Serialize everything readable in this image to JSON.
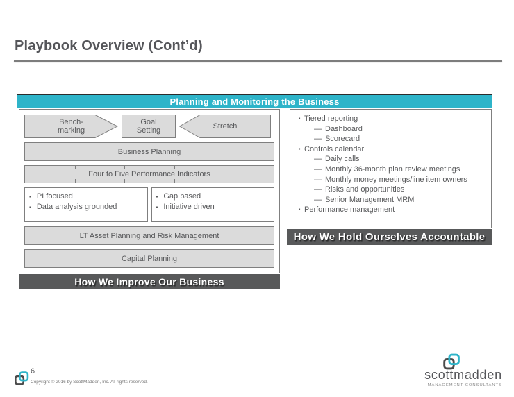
{
  "slide": {
    "title": "Playbook Overview (Cont’d)",
    "page_number": "6",
    "copyright": "Copyright © 2016 by ScottMadden, Inc. All rights reserved."
  },
  "diagram": {
    "header": "Planning and Monitoring the Business",
    "left": {
      "benchmarking_line1": "Bench-",
      "benchmarking_line2": "marking",
      "goal_line1": "Goal",
      "goal_line2": "Setting",
      "stretch": "Stretch",
      "business_planning": "Business Planning",
      "indicators": "Four to Five Performance Indicators",
      "pi_items": [
        "PI focused",
        "Data analysis grounded"
      ],
      "gap_items": [
        "Gap based",
        "Initiative driven"
      ],
      "lt_asset": "LT Asset Planning and Risk Management",
      "capital": "Capital Planning",
      "bar": "How We Improve Our Business"
    },
    "right": {
      "items": [
        {
          "level": 1,
          "text": "Tiered reporting"
        },
        {
          "level": 2,
          "text": "Dashboard"
        },
        {
          "level": 2,
          "text": "Scorecard"
        },
        {
          "level": 1,
          "text": "Controls calendar"
        },
        {
          "level": 2,
          "text": "Daily calls"
        },
        {
          "level": 2,
          "text": "Monthly 36-month plan review meetings"
        },
        {
          "level": 2,
          "text": "Monthly money meetings/line item owners"
        },
        {
          "level": 2,
          "text": "Risks and opportunities"
        },
        {
          "level": 2,
          "text": "Senior Management MRM"
        },
        {
          "level": 1,
          "text": "Performance management"
        }
      ],
      "bar": "How We Hold Ourselves Accountable"
    },
    "markers": {
      "square": "▪",
      "dash": "—"
    }
  },
  "branding": {
    "name": "scottmadden",
    "tagline": "MANAGEMENT CONSULTANTS"
  },
  "colors": {
    "teal": "#2EB4C9",
    "bar_gray": "#58595A",
    "box_fill": "#DBDBDB",
    "box_border": "#7F7F7F"
  }
}
